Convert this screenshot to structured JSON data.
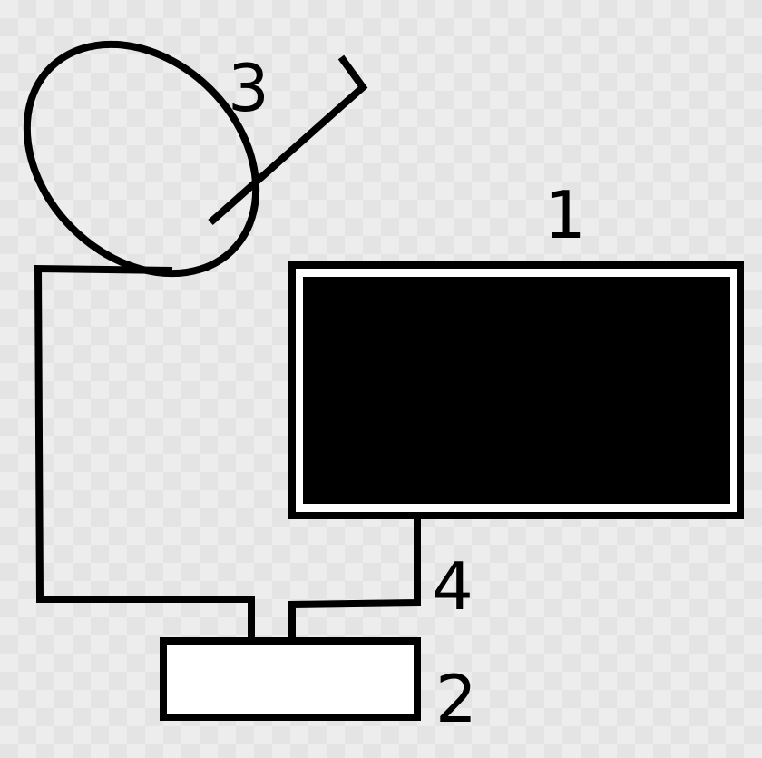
{
  "diagram": {
    "labels": {
      "tv": "1",
      "receiver": "2",
      "dish": "3",
      "cable": "4"
    },
    "colors": {
      "stroke": "#000000",
      "screen_fill": "#000000",
      "background": "#ededed"
    }
  }
}
